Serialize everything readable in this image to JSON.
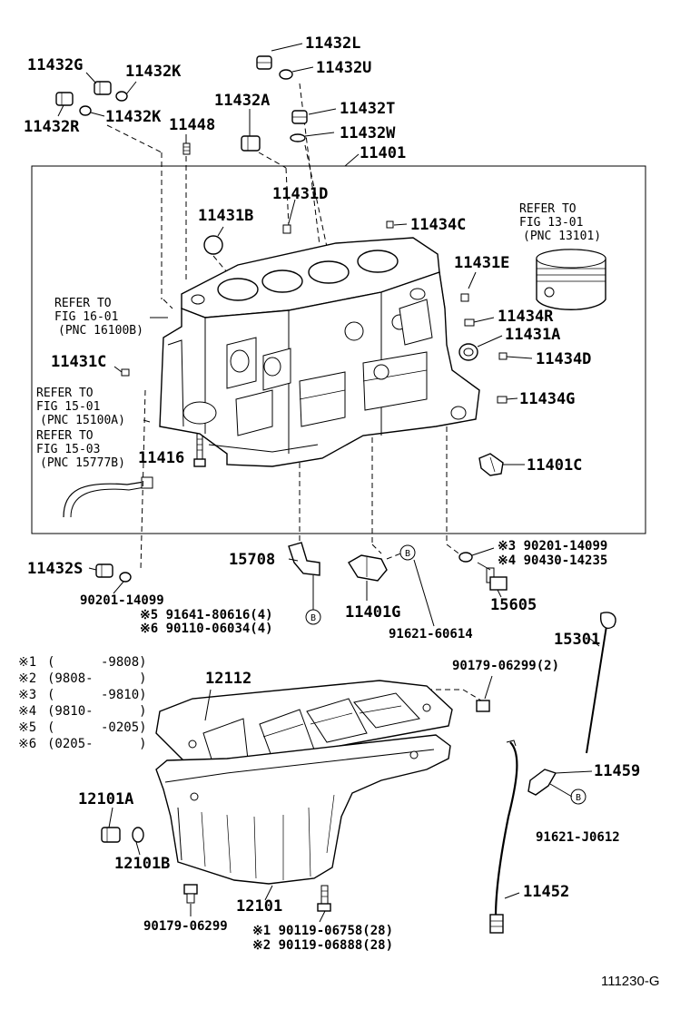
{
  "labels": {
    "p11432L": "11432L",
    "p11432U": "11432U",
    "p11432G": "11432G",
    "p11432K_top": "11432K",
    "p11432R": "11432R",
    "p11432K_bot": "11432K",
    "p11448": "11448",
    "p11432A": "11432A",
    "p11432T": "11432T",
    "p11432W": "11432W",
    "p11401": "11401",
    "p11431D": "11431D",
    "p11431B": "11431B",
    "p11434C": "11434C",
    "p11431E": "11431E",
    "p11434R": "11434R",
    "p11431A": "11431A",
    "p11434D": "11434D",
    "p11434G": "11434G",
    "p11431C": "11431C",
    "p11416": "11416",
    "p11401C": "11401C",
    "p11432S": "11432S",
    "p90201_14099_left": "90201-14099",
    "p15708": "15708",
    "p91641": "※5 91641-80616(4)",
    "p90110": "※6 90110-06034(4)",
    "p11401G": "11401G",
    "p91621_60614": "91621-60614",
    "p90201_14099_right": "※3 90201-14099",
    "p90430": "※4 90430-14235",
    "p15605": "15605",
    "p15301": "15301",
    "p90179_06299_2": "90179-06299(2)",
    "p12112": "12112",
    "p11459": "11459",
    "p91621_J0612": "91621-J0612",
    "p12101A": "12101A",
    "p12101B": "12101B",
    "p12101": "12101",
    "p11452": "11452",
    "p90179_06299": "90179-06299",
    "p90119_06758": "※1 90119-06758(28)",
    "p90119_06888": "※2 90119-06888(28)"
  },
  "refs": {
    "fig13_l1": "REFER TO",
    "fig13_l2": "FIG 13-01",
    "fig13_l3": "(PNC 13101)",
    "fig16_l1": "REFER TO",
    "fig16_l2": "FIG 16-01",
    "fig16_l3": "(PNC 16100B)",
    "fig15a_l1": "REFER TO",
    "fig15a_l2": "FIG 15-01",
    "fig15a_l3": "(PNC 15100A)",
    "fig15b_l1": "REFER TO",
    "fig15b_l2": "FIG 15-03",
    "fig15b_l3": "(PNC 15777B)"
  },
  "notes": [
    {
      "mark": "※1",
      "range": "(      -9808)"
    },
    {
      "mark": "※2",
      "range": "(9808-      )"
    },
    {
      "mark": "※3",
      "range": "(      -9810)"
    },
    {
      "mark": "※4",
      "range": "(9810-      )"
    },
    {
      "mark": "※5",
      "range": "(      -0205)"
    },
    {
      "mark": "※6",
      "range": "(0205-      )"
    }
  ],
  "callout_letter": "B",
  "figure_id": "111230-G"
}
